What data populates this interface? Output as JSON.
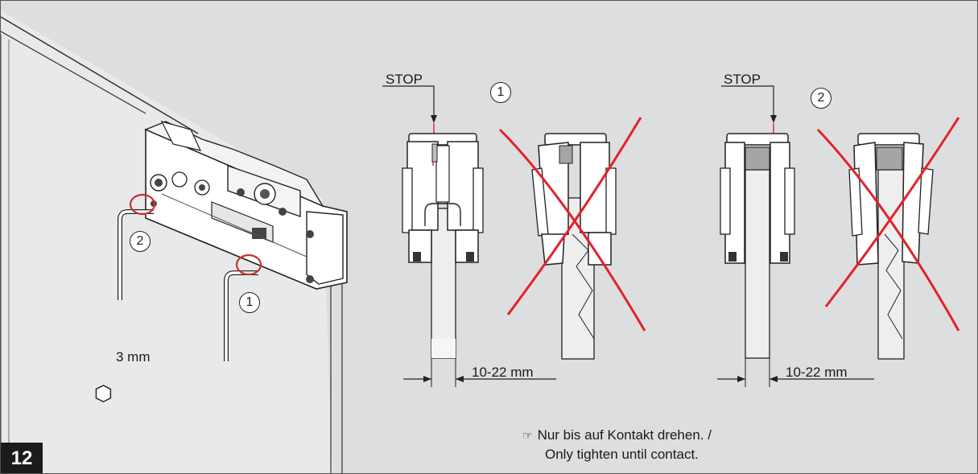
{
  "figure": {
    "step_number": "12",
    "hex_key_label": "3 mm",
    "callout_1": "1",
    "callout_2": "2"
  },
  "panel_1": {
    "stop_label": "STOP",
    "number": "1",
    "dimension_label": "10-22 mm"
  },
  "panel_2": {
    "stop_label": "STOP",
    "number": "2",
    "dimension_label": "10-22 mm"
  },
  "note": {
    "line_1": "Nur bis auf Kontakt drehen. /",
    "line_2": "Only tighten until contact."
  },
  "colors": {
    "background": "#dddedf",
    "cross": "#e2222a",
    "ring": "#c8312f"
  }
}
